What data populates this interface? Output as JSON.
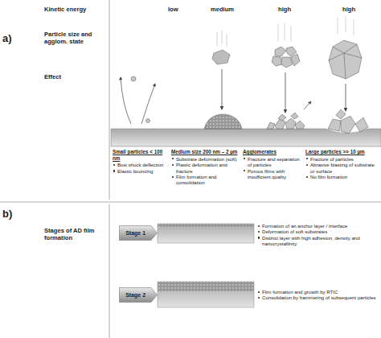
{
  "diagram": {
    "nodes": [
      {
        "text": [
          "Stage 1"
        ]
      },
      {
        "text": [
          "Stage 2"
        ]
      }
    ],
    "labels": [
      "a)",
      "Kinetic energy",
      "low",
      "medium",
      "high",
      "high",
      "Particle size and agglom. state",
      "Effect",
      "Small particles < 100 nm",
      "Bow shock deflection",
      "Elastic bouncing",
      "Medium size 200 nm – 2 µm",
      "Substrate deformation (soft)",
      "Plastic deformation and fracture",
      "Film formation and consolidation",
      "Agglomerates",
      "Fracture and separation of particles",
      "Porous films with insufficient quality",
      "Large particles >> 10 µm",
      "Fracture of particles",
      "Abrasive blasting of substrate or surface",
      "No film formation",
      "b)",
      "Stages of AD film formation",
      "Formation of an anchor layer / interface",
      "Deformation of soft substrates",
      "Distinct layer with high adhesion, density and nanocrystallinity",
      "Film formation and growth by RTIC",
      "Consolidation by hammering of subsequent particles"
    ]
  }
}
